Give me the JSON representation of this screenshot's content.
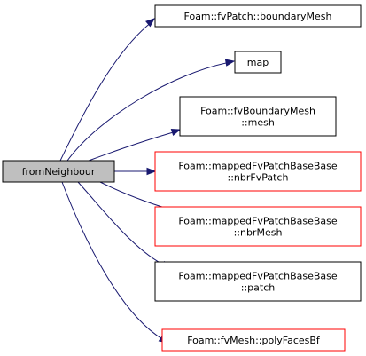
{
  "diagram": {
    "colors": {
      "edge": "#191970",
      "source_fill": "#bfbfbf",
      "node_fill": "#ffffff",
      "border_black": "#000000",
      "border_red": "#ff0000",
      "text": "#000000"
    },
    "source": {
      "lines": [
        "fromNeighbour"
      ]
    },
    "targets": [
      {
        "lines": [
          "Foam::fvPatch::boundaryMesh"
        ],
        "border": "black"
      },
      {
        "lines": [
          "map"
        ],
        "border": "black"
      },
      {
        "lines": [
          "Foam::fvBoundaryMesh",
          "::mesh"
        ],
        "border": "black"
      },
      {
        "lines": [
          "Foam::mappedFvPatchBaseBase",
          "::nbrFvPatch"
        ],
        "border": "red"
      },
      {
        "lines": [
          "Foam::mappedFvPatchBaseBase",
          "::nbrMesh"
        ],
        "border": "red"
      },
      {
        "lines": [
          "Foam::mappedFvPatchBaseBase",
          "::patch"
        ],
        "border": "black"
      },
      {
        "lines": [
          "Foam::fvMesh::polyFacesBf"
        ],
        "border": "red"
      }
    ]
  }
}
